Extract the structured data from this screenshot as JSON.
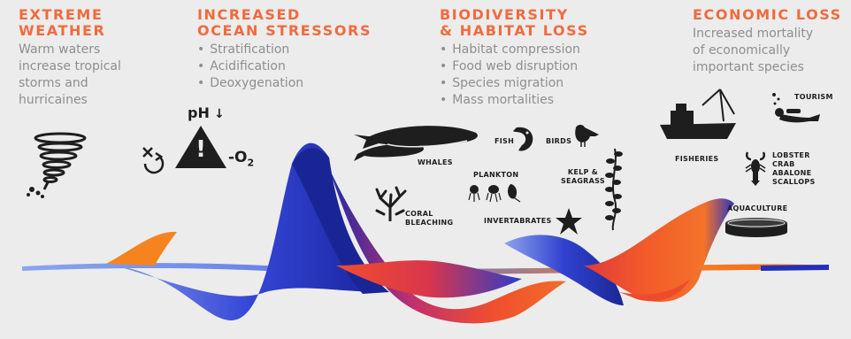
{
  "columns": [
    {
      "title_lines": [
        "EXTREME",
        "WEATHER"
      ],
      "description_lines": [
        "Warm waters",
        "increase tropical",
        "storms and",
        "hurricaines"
      ]
    },
    {
      "title_lines": [
        "INCREASED",
        "OCEAN STRESSORS"
      ],
      "bullets": [
        "Stratification",
        "Acidification",
        "Deoxygenation"
      ]
    },
    {
      "title_lines": [
        "BIODIVERSITY",
        "& HABITAT LOSS"
      ],
      "bullets": [
        "Habitat compression",
        "Food web disruption",
        "Species migration",
        "Mass mortalities"
      ]
    },
    {
      "title_lines": [
        "ECONOMIC LOSS"
      ],
      "description_lines": [
        "Increased mortality",
        "of economically",
        "important species"
      ]
    }
  ],
  "stressor_symbols": {
    "ph": "pH",
    "exclamation": "!",
    "oxygen": "-O",
    "oxygen_sub": "2"
  },
  "icon_labels": {
    "whales": "WHALES",
    "fish": "FISH",
    "birds": "BIRDS",
    "plankton": "PLANKTON",
    "kelp": [
      "KELP &",
      "SEAGRASS"
    ],
    "coral": [
      "CORAL",
      "BLEACHING"
    ],
    "invertebrates": "INVERTABRATES",
    "fisheries": "FISHERIES",
    "tourism": "TOURISM",
    "shellfish": [
      "LOBSTER",
      "CRAB",
      "ABALONE",
      "SCALLOPS"
    ],
    "aquaculture": "AQUACULTURE"
  },
  "colors": {
    "title_orange": "#f26a3d",
    "text_gray": "#8e8e8e",
    "wave_blue": "#3a4fd8",
    "wave_orange": "#f15a2b",
    "background": "#ececec",
    "icon_dark": "#1e1e1e"
  }
}
